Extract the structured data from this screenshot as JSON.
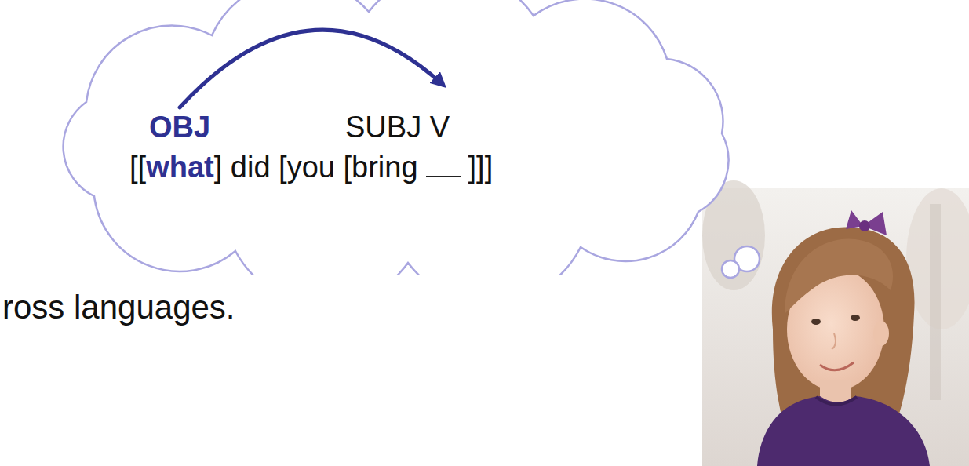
{
  "diagram": {
    "nodes": [
      {
        "text": [
          "OBJ",
          "SUBJ V",
          "[[",
          "what",
          "] did [you [bring",
          "]]]"
        ]
      }
    ],
    "labels": [
      "ross languages."
    ]
  }
}
